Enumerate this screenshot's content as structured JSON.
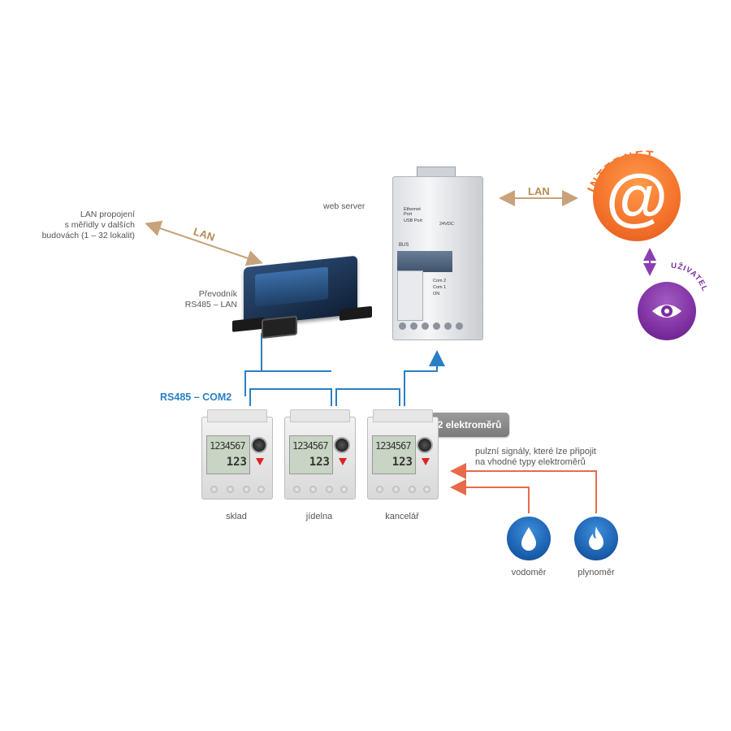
{
  "lan_links_text": "LAN propojení\ns měřidly v dalších\nbudovách (1 – 32 lokalit)",
  "lan_label_left": "LAN",
  "lan_label_right": "LAN",
  "converter_label": "Převodník\nRS485 – LAN",
  "web_server_label": "web server",
  "internet_label": "INTERNET",
  "internet_symbol": "@",
  "user_label": "UŽIVATEL",
  "rs485_label": "RS485 – COM2",
  "meter_count_badge": "1 – 32 elektroměrů",
  "pulse_text": "pulzní signály, které lze připojit\nna vhodné typy elektroměrů",
  "meters": [
    {
      "name": "sklad",
      "lcd_top": "1234567",
      "lcd_bottom": "123"
    },
    {
      "name": "jídelna",
      "lcd_top": "1234567",
      "lcd_bottom": "123"
    },
    {
      "name": "kancelář",
      "lcd_top": "1234567",
      "lcd_bottom": "123"
    }
  ],
  "water_meter_label": "vodoměr",
  "gas_meter_label": "plynoměr",
  "server_labels": {
    "ethernet": "Ethernet Port",
    "usb": "USB Port",
    "bus": "BUS",
    "com2": "Com 2",
    "com1": "Com 1",
    "on": "ON",
    "power": "24VDC"
  },
  "colors": {
    "lan_line": "#c8a27a",
    "rs485_line": "#2a7fc4",
    "pulse_line": "#e86a4a",
    "internet": "#f3722b",
    "user": "#7b2c9e",
    "utility_icons": "#1a5fae",
    "badge": "#8a8a8a"
  },
  "icons": [
    "at-icon",
    "eye-icon",
    "water-drop-icon",
    "flame-icon"
  ]
}
